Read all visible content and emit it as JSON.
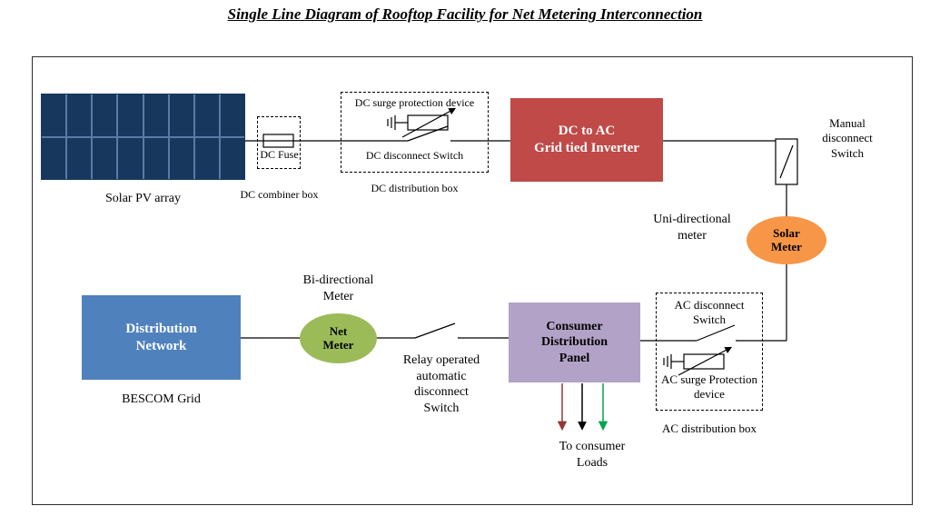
{
  "title": "Single Line Diagram of Rooftop Facility for Net Metering Interconnection",
  "colors": {
    "pv_cell": "#17375d",
    "pv_grid_line": "#5b7ba6",
    "inverter_bg": "#bf4a47",
    "distribution_bg": "#4f81bd",
    "consumer_panel_bg": "#b3a2c7",
    "net_meter_bg": "#9bbb59",
    "solar_meter_bg": "#f79646",
    "wire": "#000000",
    "load_arrow_red": "#953735",
    "load_arrow_black": "#000000",
    "load_arrow_green": "#00a550"
  },
  "pv": {
    "label": "Solar PV array",
    "rows": 2,
    "cols": 8
  },
  "dc_combiner": {
    "box_label": "DC combiner box",
    "fuse_label": "DC Fuse"
  },
  "dc_distribution": {
    "box_label": "DC distribution box",
    "surge_label": "DC surge protection device",
    "switch_label": "DC disconnect Switch"
  },
  "inverter": {
    "label": "DC to AC\nGrid tied Inverter"
  },
  "manual_switch": {
    "label": "Manual disconnect Switch"
  },
  "solar_meter": {
    "label": "Solar\nMeter",
    "caption": "Uni-directional meter"
  },
  "grid": {
    "label": "Distribution\nNetwork",
    "caption": "BESCOM Grid"
  },
  "net_meter": {
    "label": "Net\nMeter",
    "caption": "Bi-directional Meter"
  },
  "relay_switch": {
    "label": "Relay operated automatic disconnect Switch"
  },
  "consumer_panel": {
    "label": "Consumer\nDistribution\nPanel"
  },
  "ac_distribution": {
    "box_label": "AC distribution box",
    "switch_label": "AC disconnect Switch",
    "surge_label": "AC surge Protection device"
  },
  "loads": {
    "label": "To consumer Loads"
  }
}
